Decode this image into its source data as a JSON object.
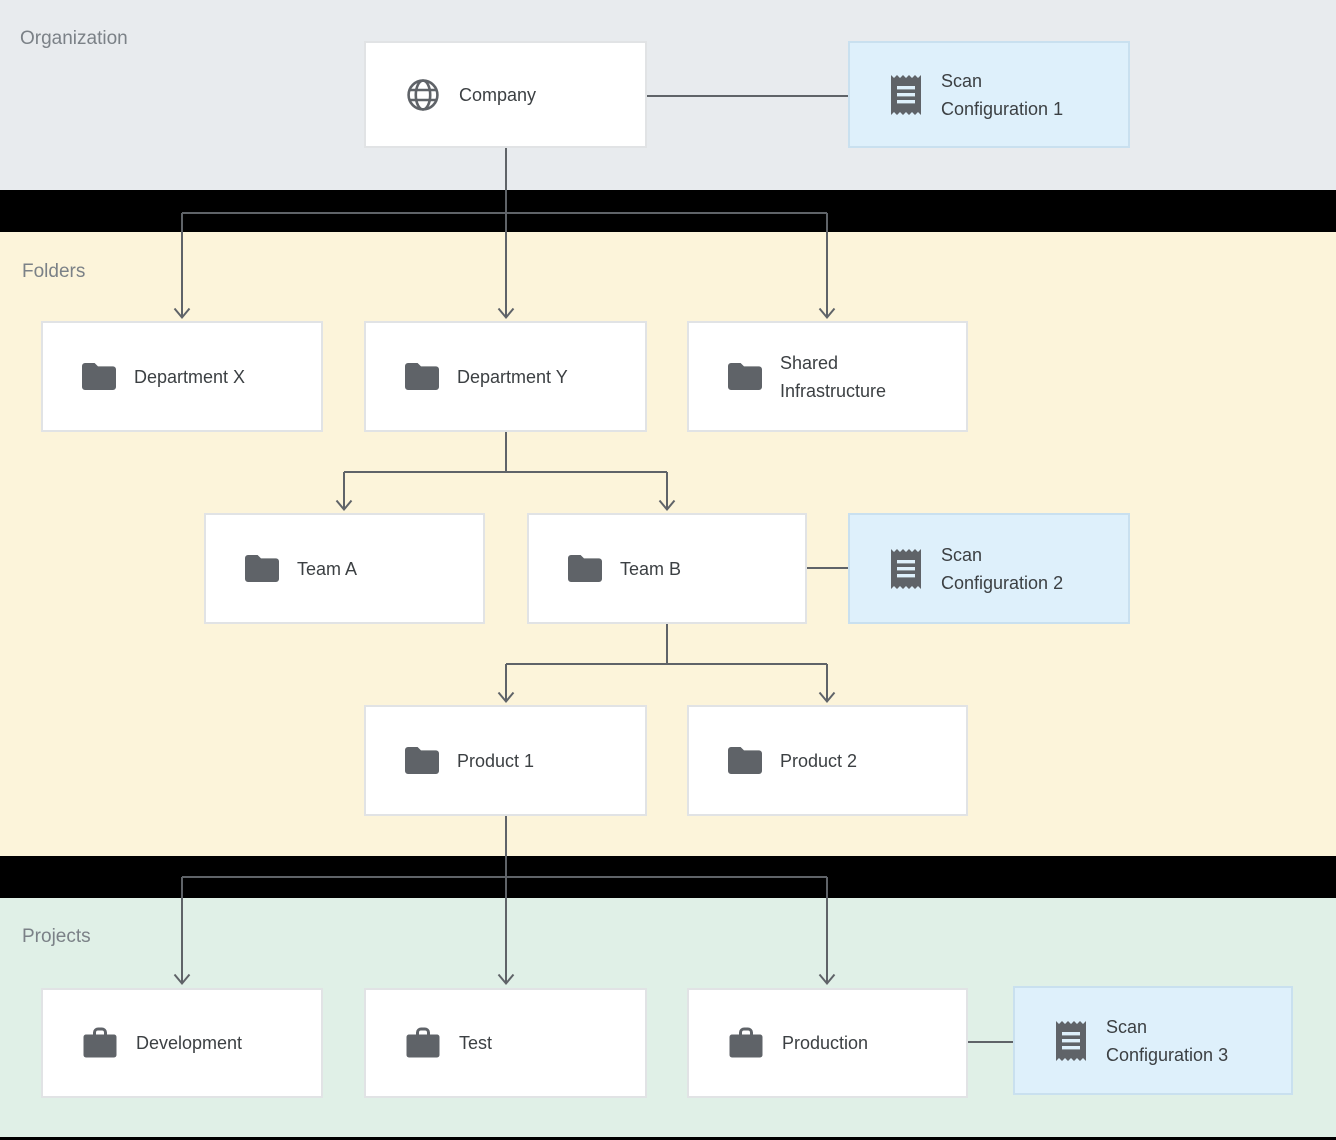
{
  "sections": {
    "organization": {
      "label": "Organization"
    },
    "folders": {
      "label": "Folders"
    },
    "projects": {
      "label": "Projects"
    }
  },
  "nodes": {
    "company": {
      "label": "Company",
      "icon": "globe-icon",
      "type": "organization"
    },
    "scan_config_1": {
      "label": "Scan Configuration 1",
      "icon": "receipt-icon",
      "type": "scan-configuration"
    },
    "department_x": {
      "label": "Department X",
      "icon": "folder-icon",
      "type": "folder"
    },
    "department_y": {
      "label": "Department Y",
      "icon": "folder-icon",
      "type": "folder"
    },
    "shared_infrastructure": {
      "label": "Shared Infrastructure",
      "icon": "folder-icon",
      "type": "folder"
    },
    "team_a": {
      "label": "Team A",
      "icon": "folder-icon",
      "type": "folder"
    },
    "team_b": {
      "label": "Team B",
      "icon": "folder-icon",
      "type": "folder"
    },
    "scan_config_2": {
      "label": "Scan Configuration 2",
      "icon": "receipt-icon",
      "type": "scan-configuration"
    },
    "product_1": {
      "label": "Product 1",
      "icon": "folder-icon",
      "type": "folder"
    },
    "product_2": {
      "label": "Product 2",
      "icon": "folder-icon",
      "type": "folder"
    },
    "development": {
      "label": "Development",
      "icon": "briefcase-icon",
      "type": "project"
    },
    "test": {
      "label": "Test",
      "icon": "briefcase-icon",
      "type": "project"
    },
    "production": {
      "label": "Production",
      "icon": "briefcase-icon",
      "type": "project"
    },
    "scan_config_3": {
      "label": "Scan Configuration 3",
      "icon": "receipt-icon",
      "type": "scan-configuration"
    }
  },
  "edges": [
    "company -> department_x",
    "company -> department_y",
    "company -> shared_infrastructure",
    "company - scan_config_1",
    "department_y -> team_a",
    "department_y -> team_b",
    "team_b - scan_config_2",
    "team_b -> product_1",
    "team_b -> product_2",
    "product_1 -> development",
    "product_1 -> test",
    "product_1 -> production",
    "production - scan_config_3"
  ],
  "colors": {
    "background": "#000000",
    "organization_band": "#e8ebee",
    "folders_band": "#fcf4da",
    "projects_band": "#e0f0e7",
    "node_background": "#ffffff",
    "node_border": "#e1e3e5",
    "scan_config_background": "#def0fb",
    "scan_config_border": "#c9e0ef",
    "icon_and_line": "#5f6368",
    "node_text": "#3c4043",
    "section_label_text": "#7b8187"
  }
}
